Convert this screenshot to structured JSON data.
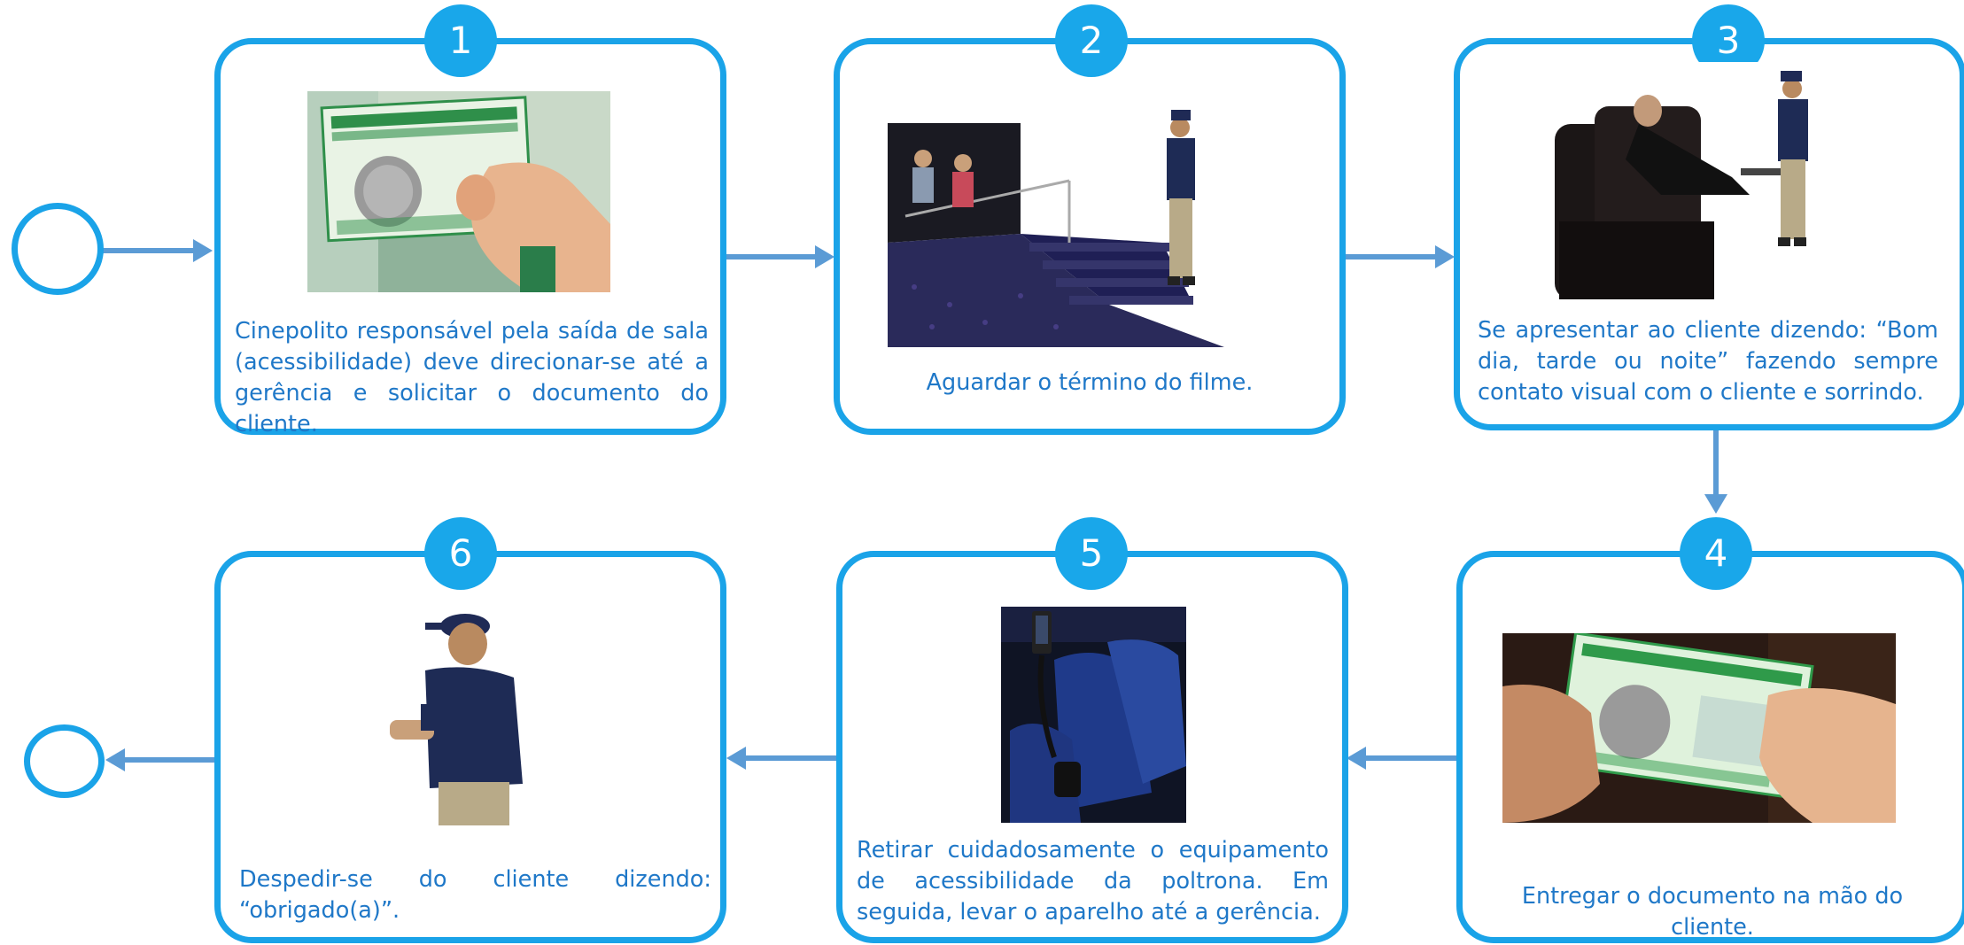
{
  "steps": [
    {
      "number": "1",
      "text": "Cinepolito responsável pela saída de sala (acessibilidade) deve direcionar-se até a gerência e solicitar o documento do cliente."
    },
    {
      "number": "2",
      "text": "Aguardar o término do filme."
    },
    {
      "number": "3",
      "text": "Se apresentar ao cliente dizendo: “Bom dia, tarde ou noite” fazendo sempre contato visual com o cliente e sorrindo."
    },
    {
      "number": "4",
      "text": "Entregar o documento na mão do cliente."
    },
    {
      "number": "5",
      "text": "Retirar cuidadosamente o equipamento de acessibilidade da poltrona. Em seguida, levar o aparelho até a gerência."
    },
    {
      "number": "6",
      "text": "Despedir-se do cliente dizendo: “obrigado(a)”."
    }
  ],
  "colors": {
    "border": "#1aa3e8",
    "arrow": "#5b9bd5",
    "text": "#1f78c8"
  }
}
